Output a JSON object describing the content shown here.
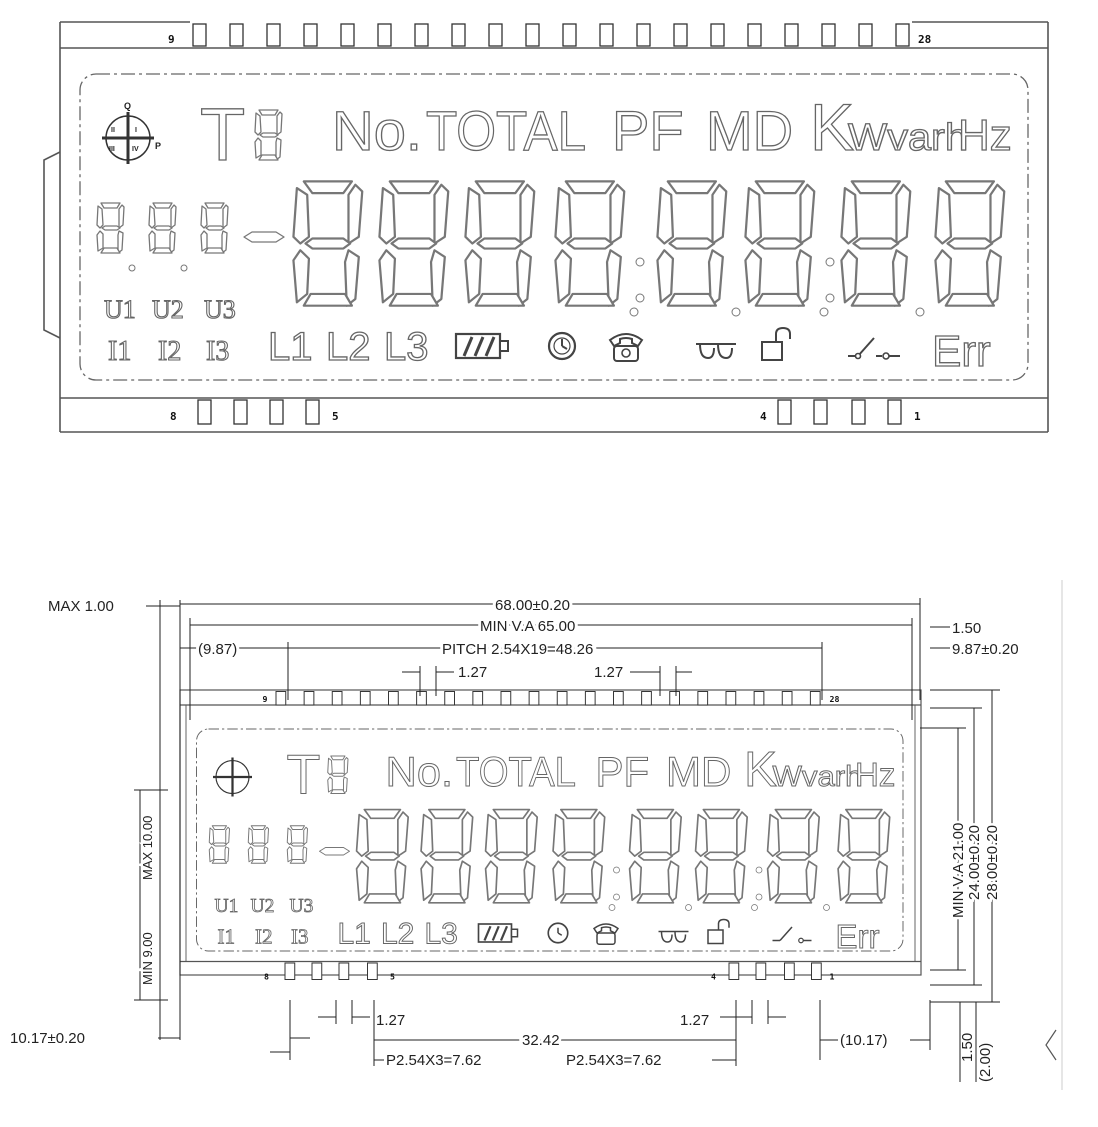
{
  "lcd": {
    "pins": {
      "top_left": "9",
      "top_right": "28",
      "bottom_left": "8",
      "bottom_mid_left": "5",
      "bottom_mid_right": "4",
      "bottom_right": "1"
    },
    "quadrant": {
      "q": "Q",
      "p": "P",
      "q1": "I",
      "q2": "II",
      "q3": "III",
      "q4": "IV"
    },
    "t_label": "T",
    "no_label": "No.",
    "total_label": "TOTAL",
    "pf_label": "PF",
    "md_label": "MD",
    "k_label": "K",
    "wvarh_label": "Wvarh",
    "hz_label": "Hz",
    "u_labels": [
      "U1",
      "U2",
      "U3"
    ],
    "i_labels": [
      "I1",
      "I2",
      "I3"
    ],
    "l_labels": [
      "L1",
      "L2",
      "L3"
    ],
    "err_label": "Err"
  },
  "dims": {
    "max_thickness": "MAX  1.00",
    "overall_width": "68.00±0.20",
    "min_va_width": "MIN  V.A  65.00",
    "left_offset": "(9.87)",
    "pitch": "PITCH  2.54X19=48.26",
    "pitch_a": "1.27",
    "pitch_b": "1.27",
    "right_a": "1.50",
    "right_b": "9.87±0.20",
    "left_height": "MIN  9.00",
    "left_height_max": "MAX  10.00",
    "va_height": "MIN  V.A  21.00",
    "height_24": "24.00±0.20",
    "height_28": "28.00±0.20",
    "bottom_left_offset": "10.17±0.20",
    "bottom_pitch_left": "1.27",
    "bottom_pitch_right": "1.27",
    "bottom_span": "32.42",
    "bottom_right_offset": "(10.17)",
    "bottom_group_left": "P2.54X3=7.62",
    "bottom_group_right": "P2.54X3=7.62",
    "pin_len_a": "1.50",
    "pin_len_b": "(2.00)"
  }
}
